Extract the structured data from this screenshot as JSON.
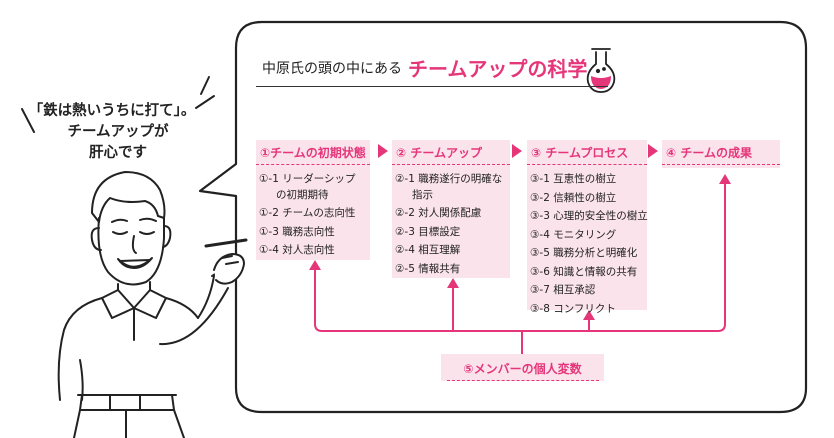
{
  "speech": {
    "lines": [
      "「鉄は熱いうちに打て」。",
      "チームアップが",
      "肝心です"
    ]
  },
  "header": {
    "prefix": "中原氏の頭の中にある",
    "title": "チームアップの科学",
    "icon": "flask-icon"
  },
  "columns": [
    {
      "heading": "①チームの初期状態",
      "items": [
        {
          "text": "①-1 リーダーシップ",
          "cont": "の初期期待"
        },
        {
          "text": "①-2 チームの志向性",
          "cont": ""
        },
        {
          "text": "①-3 職務志向性",
          "cont": ""
        },
        {
          "text": "①-4 対人志向性",
          "cont": ""
        }
      ]
    },
    {
      "heading": "② チームアップ",
      "items": [
        {
          "text": "②-1 職務遂行の明確な",
          "cont": "指示"
        },
        {
          "text": "②-2 対人関係配慮",
          "cont": ""
        },
        {
          "text": "②-3 目標設定",
          "cont": ""
        },
        {
          "text": "②-4 相互理解",
          "cont": ""
        },
        {
          "text": "②-5 情報共有",
          "cont": ""
        }
      ]
    },
    {
      "heading": "③ チームプロセス",
      "items": [
        {
          "text": "③-1 互恵性の樹立",
          "cont": ""
        },
        {
          "text": "③-2 信頼性の樹立",
          "cont": ""
        },
        {
          "text": "③-3 心理的安全性の樹立",
          "cont": ""
        },
        {
          "text": "③-4 モニタリング",
          "cont": ""
        },
        {
          "text": "③-5 職務分析と明確化",
          "cont": ""
        },
        {
          "text": "③-6 知識と情報の共有",
          "cont": ""
        },
        {
          "text": "③-7 相互承認",
          "cont": ""
        },
        {
          "text": "③-8 コンフリクト",
          "cont": ""
        }
      ]
    },
    {
      "heading": "④ チームの成果",
      "items": []
    }
  ],
  "member_box": {
    "label": "⑤メンバーの個人変数"
  },
  "colors": {
    "accent": "#e5367a",
    "box_fill": "#fbe3ec",
    "ink": "#1e1e1e"
  }
}
